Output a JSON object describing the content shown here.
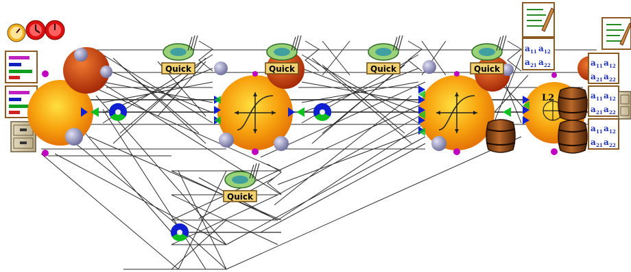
{
  "quick_label": "Quick",
  "l2_label": "L2",
  "matrix": {
    "a": "a",
    "i11": "11",
    "i12": "12",
    "i21": "21",
    "i22": "22"
  },
  "colors": {
    "neuron_orange": "#f39a10",
    "neuron_red": "#cc4411",
    "wire": "#202020",
    "connector_gray": "#8a8ab8",
    "pin_magenta": "#c000c0",
    "pin_blue": "#1020d0",
    "pin_green": "#10c020",
    "quick_box": "#f0d070",
    "barrel": "#8b4a1a"
  },
  "icons": [
    "clock-icon",
    "bar-chart-icon",
    "cabinet-icon",
    "quick-prop-icon",
    "axon-node-icon",
    "tanh-neuron-icon",
    "barrel-icon",
    "notebook-icon",
    "matrix-icon",
    "l2-criterion-icon"
  ]
}
